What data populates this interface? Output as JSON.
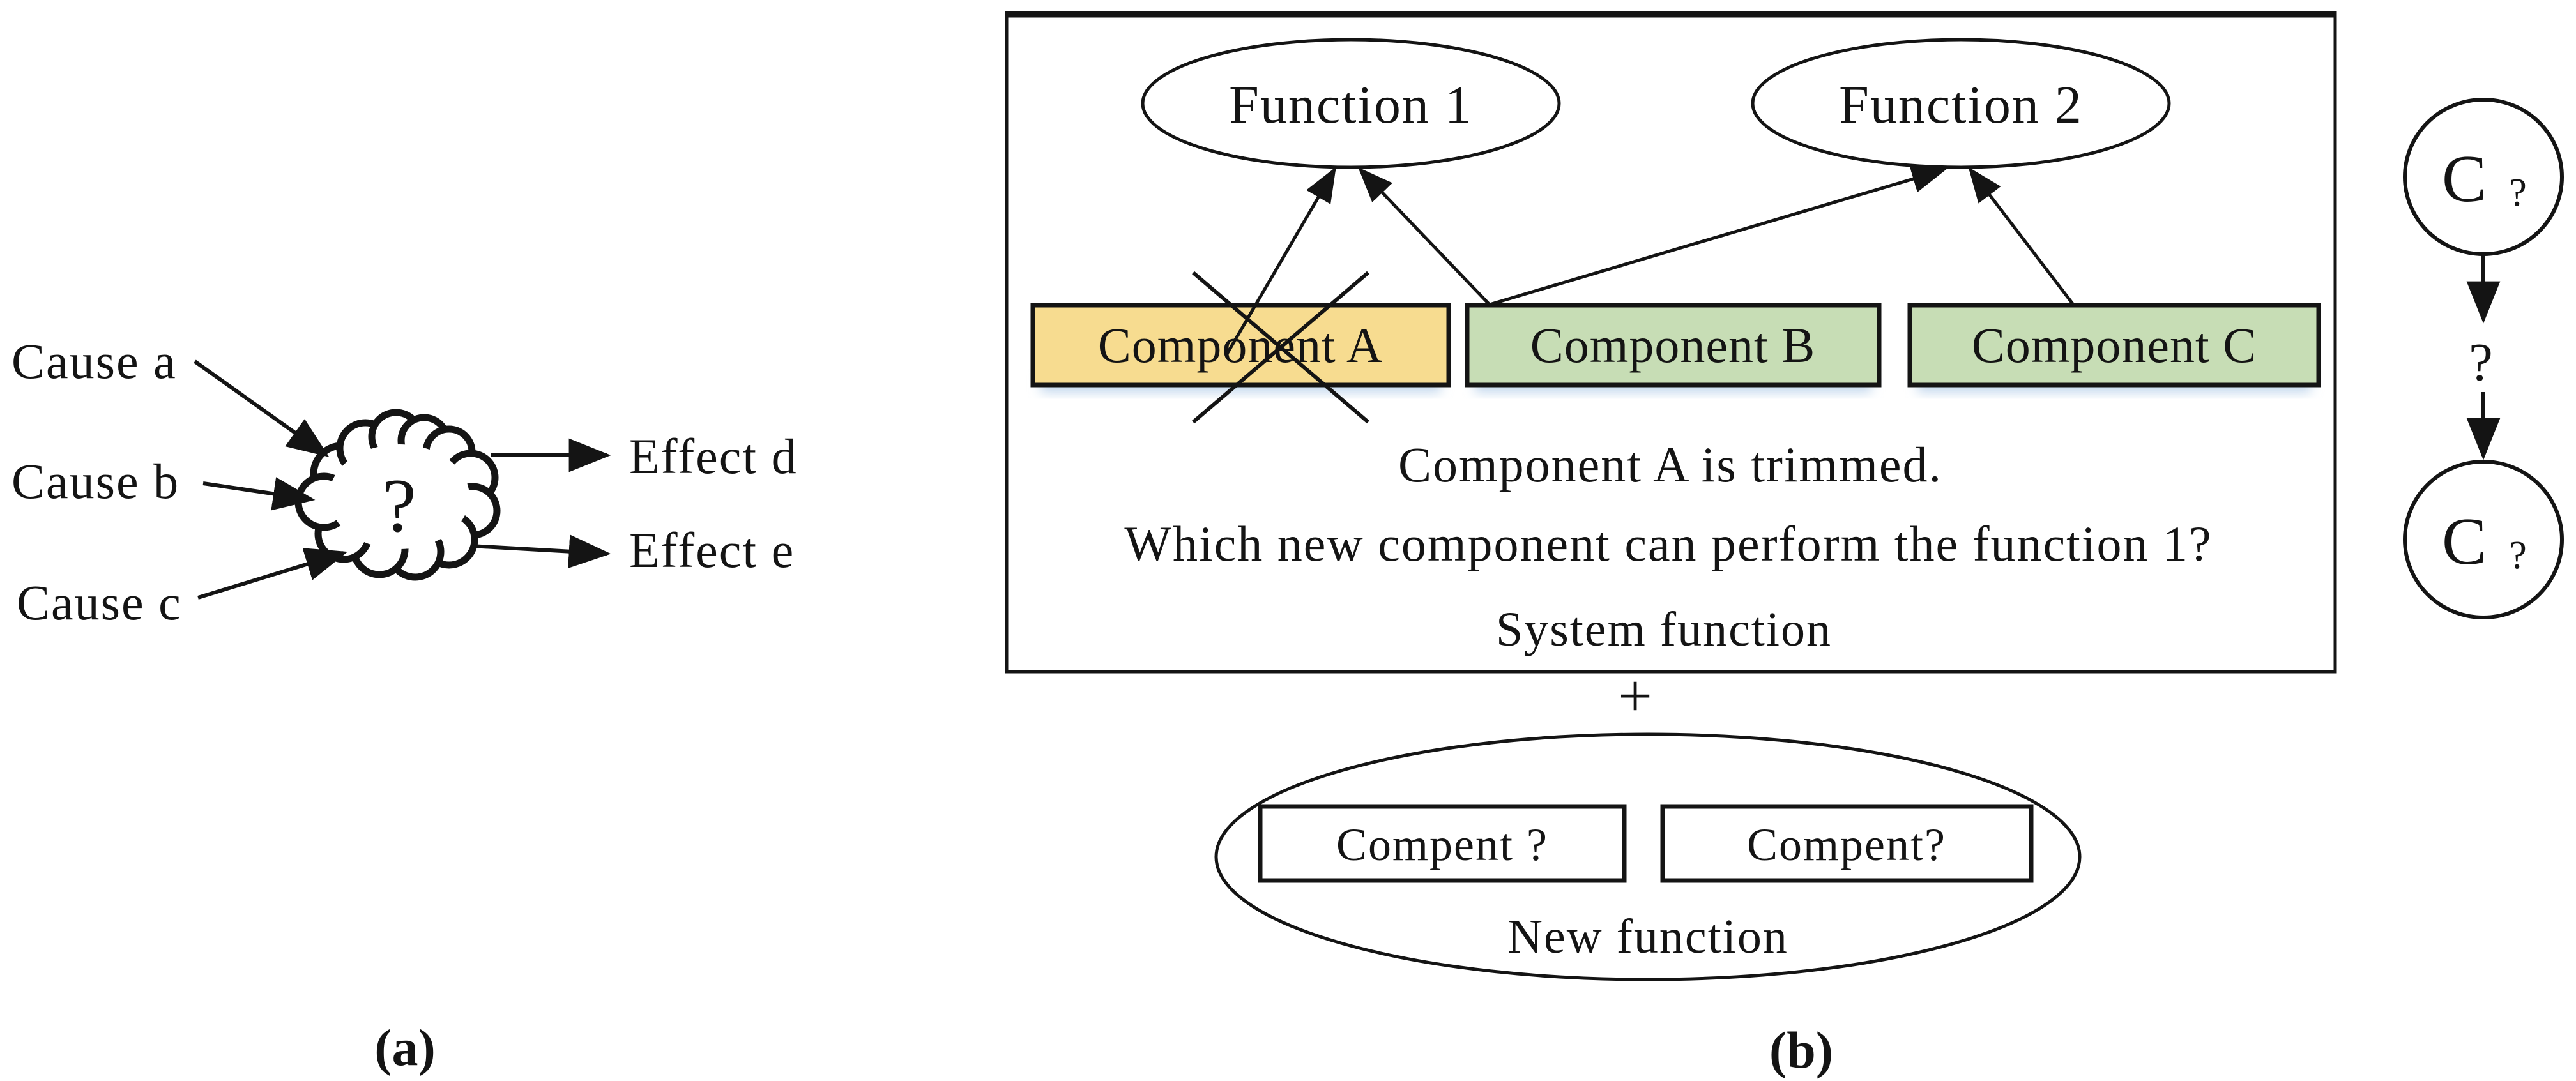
{
  "colors": {
    "accent_blue": "#2E74B5",
    "component_yellow": "#F7DC90",
    "component_green": "#C7DDB5",
    "shadow_blue": "#BFD5EC",
    "ink": "#141414",
    "white": "#ffffff"
  },
  "panel_a": {
    "cause_a": "Cause a",
    "cause_b": "Cause b",
    "cause_c": "Cause c",
    "cloud_question": "?",
    "effect_d": "Effect d",
    "effect_e": "Effect e",
    "label": "(a)"
  },
  "panel_b": {
    "function_1": "Function 1",
    "function_2": "Function 2",
    "component_a": "Component A",
    "component_b": "Component B",
    "component_c": "Component C",
    "caption_line_1": "Component A is trimmed.",
    "caption_line_2": "Which new component can perform the function 1?",
    "system_function_label": "System function",
    "plus_sign": "+",
    "new_function_box_1": "Compent ?",
    "new_function_box_2": "Compent?",
    "new_function_label": "New function",
    "label": "(b)"
  },
  "right_chain": {
    "top_circle_c": "C",
    "top_circle_q": "?",
    "middle_question": "?",
    "bottom_circle_c": "C",
    "bottom_circle_q": "?"
  }
}
